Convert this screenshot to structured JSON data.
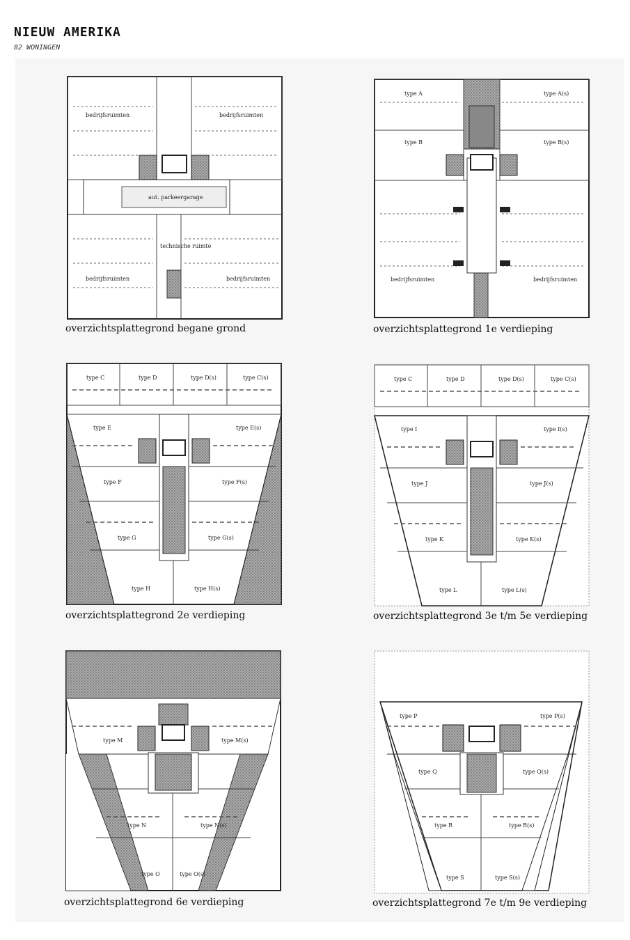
{
  "header": {
    "title": "NIEUW AMERIKA",
    "subtitle": "82 WONINGEN"
  },
  "plans": [
    {
      "caption": "overzichtsplattegrond begane grond",
      "labels": [
        "bedrijfsruimten",
        "bedrijfsruimten",
        "aut. parkeergarage",
        "technische ruimte",
        "bedrijfsruimten",
        "bedrijfsruimten"
      ]
    },
    {
      "caption": "overzichtsplattegrond 1e verdieping",
      "labels": [
        "type A",
        "type A(s)",
        "type B",
        "type B(s)",
        "bedrijfsruimten",
        "bedrijfsruimten"
      ]
    },
    {
      "caption": "overzichtsplattegrond 2e verdieping",
      "labels": [
        "type C",
        "type D",
        "type D(s)",
        "type C(s)",
        "type E",
        "type E(s)",
        "type F",
        "type F(s)",
        "type G",
        "type G(s)",
        "type H",
        "type H(s)"
      ]
    },
    {
      "caption": "overzichtsplattegrond 3e t/m 5e verdieping",
      "labels": [
        "type C",
        "type D",
        "type D(s)",
        "type C(s)",
        "type I",
        "type I(s)",
        "type J",
        "type J(s)",
        "type K",
        "type K(s)",
        "type L",
        "type L(s)"
      ]
    },
    {
      "caption": "overzichtsplattegrond 6e verdieping",
      "labels": [
        "type M",
        "type M(s)",
        "type N",
        "type N(s)",
        "type O",
        "type O(s)"
      ]
    },
    {
      "caption": "overzichtsplattegrond 7e t/m 9e verdieping",
      "labels": [
        "type P",
        "type P(s)",
        "type Q",
        "type Q(s)",
        "type R",
        "type R(s)",
        "type S",
        "type S(s)"
      ]
    }
  ]
}
